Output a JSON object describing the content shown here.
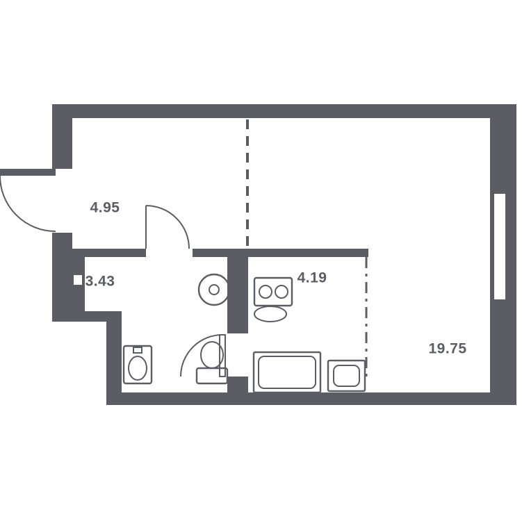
{
  "floor_plan": {
    "wall_color": "#5b5c64",
    "background_color": "#ffffff",
    "area_labels": {
      "hallway": "4.95",
      "bathroom": "3.43",
      "kitchen_niche": "4.19",
      "living_room": "19.75"
    },
    "fixtures": [
      "entrance-door",
      "hallway-door",
      "bathroom-door",
      "window",
      "washing-machine",
      "bathroom-sink",
      "toilet",
      "stove",
      "counter-bathtub",
      "kitchen-sink",
      "vent-shaft"
    ]
  }
}
